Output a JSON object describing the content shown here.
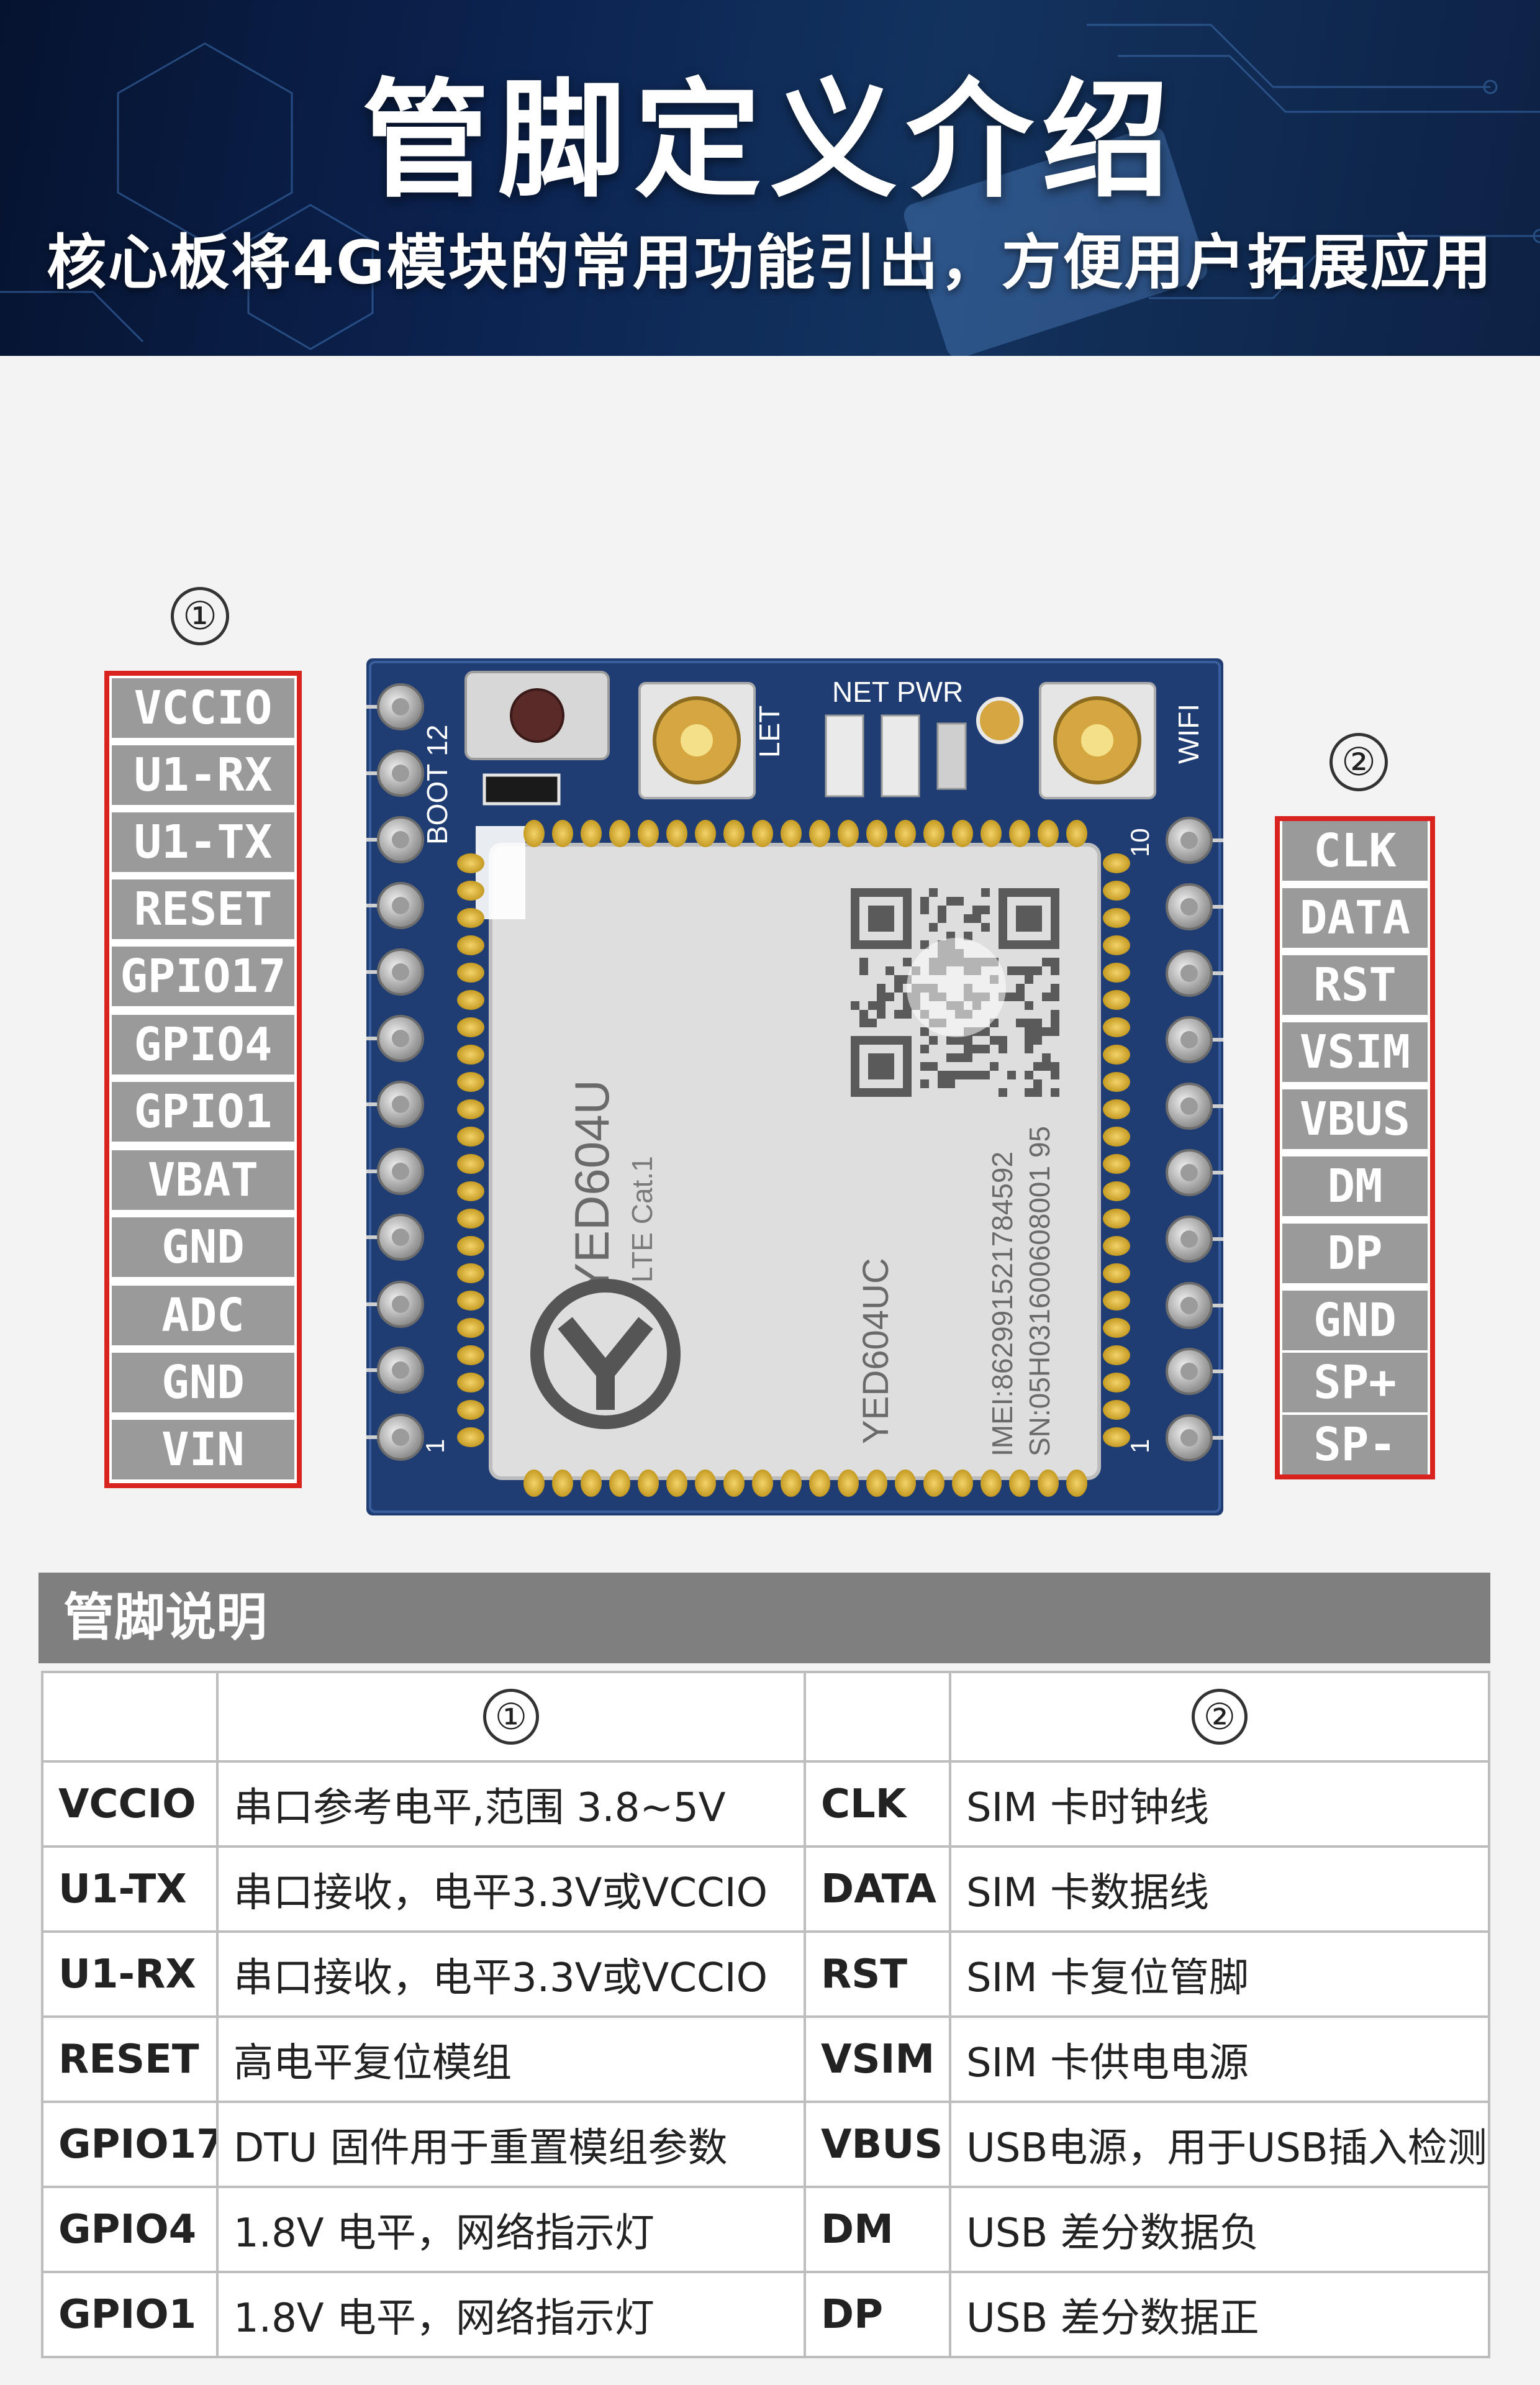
{
  "banner": {
    "title": "管脚定义介绍",
    "subtitle": "核心板将4G模块的常用功能引出，方便用户拓展应用"
  },
  "labels": {
    "left_group": "①",
    "right_group": "②"
  },
  "left_pins": [
    "VCCIO",
    "U1-RX",
    "U1-TX",
    "RESET",
    "GPIO17",
    "GPIO4",
    "GPIO1",
    "VBAT",
    "GND",
    "ADC",
    "GND",
    "VIN"
  ],
  "right_pins": [
    "CLK",
    "DATA",
    "RST",
    "VSIM",
    "VBUS",
    "DM",
    "DP",
    "GND",
    "SP+",
    "SP-"
  ],
  "board": {
    "boot": "BOOT 12",
    "let": "LET",
    "net_pwr": "NET PWR",
    "wifi": "WIFI",
    "pin10": "10",
    "pin1_left": "1",
    "pin1_right": "1",
    "model": "YED604U",
    "lte": "LTE Cat.1",
    "model2": "YED604UC",
    "imei": "IMEI:862991521784592",
    "sn": "SN:05H031600608001 95"
  },
  "table": {
    "title": "管脚说明",
    "col1": "①",
    "col2": "②",
    "rows": [
      {
        "p1": "VCCIO",
        "d1": "串口参考电平,范围 3.8~5V",
        "p2": "CLK",
        "d2": "SIM 卡时钟线"
      },
      {
        "p1": "U1-TX",
        "d1": "串口接收，电平3.3V或VCCIO",
        "p2": "DATA",
        "d2": "SIM 卡数据线"
      },
      {
        "p1": "U1-RX",
        "d1": "串口接收，电平3.3V或VCCIO",
        "p2": "RST",
        "d2": "SIM 卡复位管脚"
      },
      {
        "p1": "RESET",
        "d1": "高电平复位模组",
        "p2": "VSIM",
        "d2": "SIM 卡供电电源"
      },
      {
        "p1": "GPIO17",
        "d1": "DTU 固件用于重置模组参数",
        "p2": "VBUS",
        "d2": "USB电源，用于USB插入检测"
      },
      {
        "p1": "GPIO4",
        "d1": "1.8V 电平，网络指示灯",
        "p2": "DM",
        "d2": "USB 差分数据负"
      },
      {
        "p1": "GPIO1",
        "d1": "1.8V 电平，网络指示灯",
        "p2": "DP",
        "d2": "USB 差分数据正"
      }
    ]
  },
  "colors": {
    "frame_red": "#d9231f",
    "label_gray": "#9a9a9a",
    "pcb_blue": "#1f3d73",
    "banner_navy": "#0c2452"
  }
}
